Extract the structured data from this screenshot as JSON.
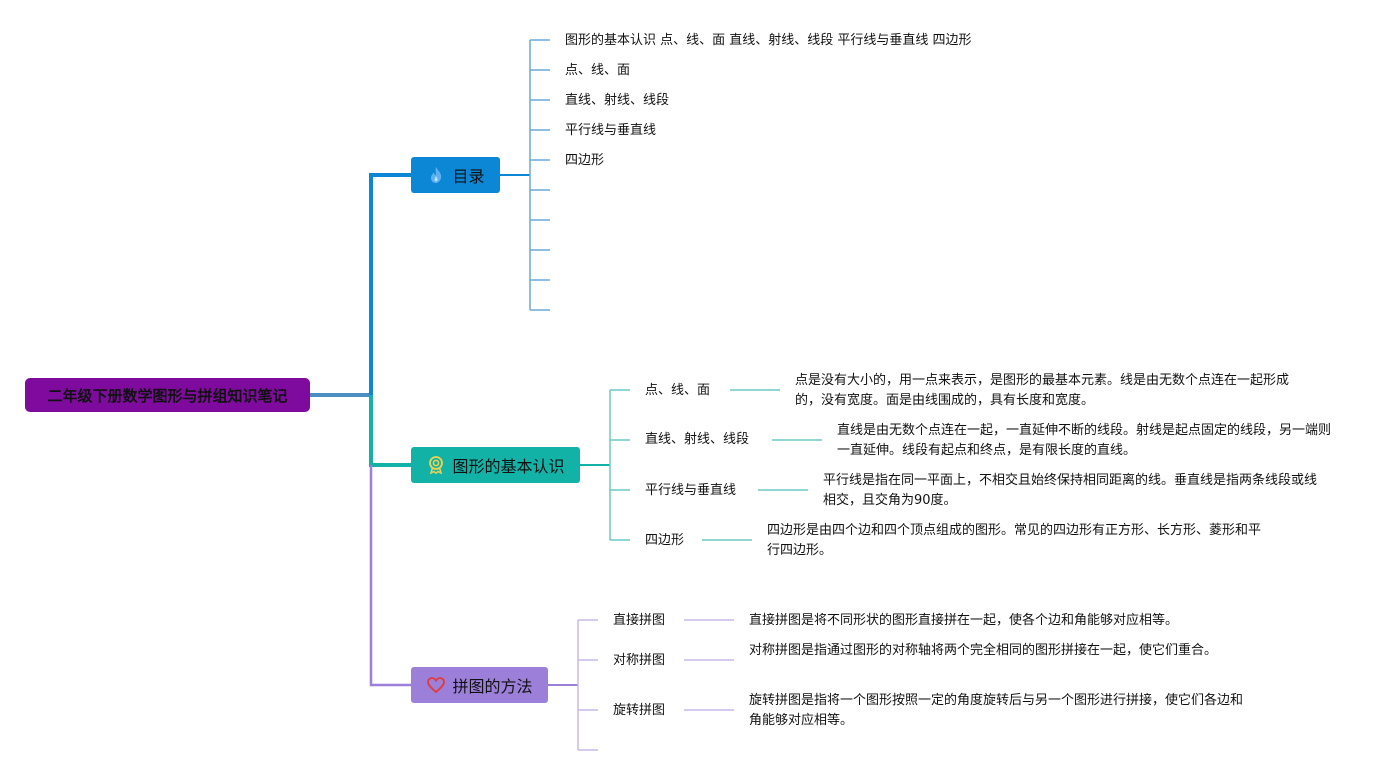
{
  "root": {
    "label": "二年级下册数学图形与拼组知识笔记"
  },
  "colors": {
    "root": "#7f0a9e",
    "toc": "#0b87d6",
    "basics": "#12b2a7",
    "methods": "#9c7fd8"
  },
  "toc": {
    "label": "目录",
    "icon": "flame-icon",
    "items": [
      "图形的基本认识 点、线、面 直线、射线、线段 平行线与垂直线 四边形",
      "点、线、面",
      "直线、射线、线段",
      "平行线与垂直线",
      "四边形"
    ]
  },
  "basics": {
    "label": "图形的基本认识",
    "icon": "badge-icon",
    "items": [
      {
        "label": "点、线、面",
        "desc": "点是没有大小的，用一点来表示，是图形的最基本元素。线是由无数个点连在一起形成的，没有宽度。面是由线围成的，具有长度和宽度。"
      },
      {
        "label": "直线、射线、线段",
        "desc": "直线是由无数个点连在一起，一直延伸不断的线段。射线是起点固定的线段，另一端则一直延伸。线段有起点和终点，是有限长度的直线。"
      },
      {
        "label": "平行线与垂直线",
        "desc": "平行线是指在同一平面上，不相交且始终保持相同距离的线。垂直线是指两条线段或线相交，且交角为90度。"
      },
      {
        "label": "四边形",
        "desc": "四边形是由四个边和四个顶点组成的图形。常见的四边形有正方形、长方形、菱形和平行四边形。"
      }
    ]
  },
  "methods": {
    "label": "拼图的方法",
    "icon": "heart-icon",
    "items": [
      {
        "label": "直接拼图",
        "desc": "直接拼图是将不同形状的图形直接拼在一起，使各个边和角能够对应相等。"
      },
      {
        "label": "对称拼图",
        "desc": "对称拼图是指通过图形的对称轴将两个完全相同的图形拼接在一起，使它们重合。"
      },
      {
        "label": "旋转拼图",
        "desc": "旋转拼图是指将一个图形按照一定的角度旋转后与另一个图形进行拼接，使它们各边和角能够对应相等。"
      }
    ]
  }
}
